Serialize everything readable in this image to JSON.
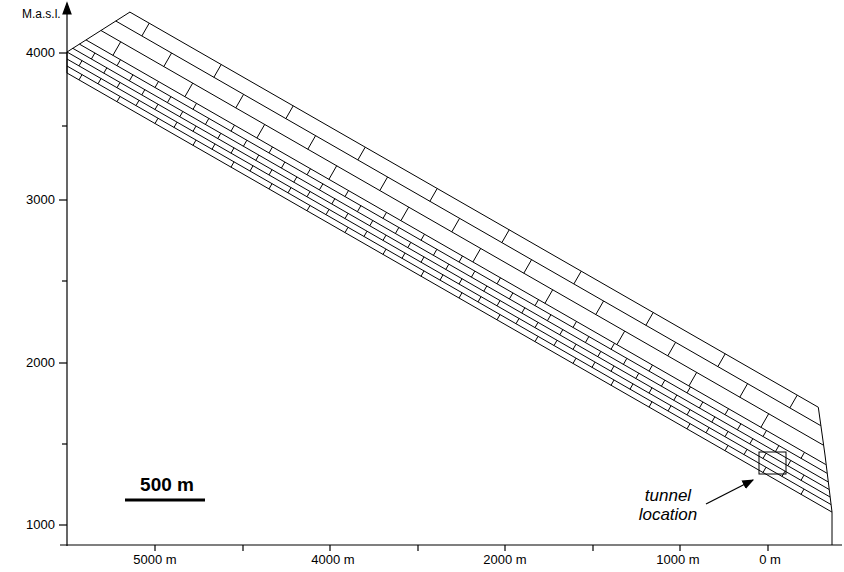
{
  "diagram": {
    "labels": [
      "M.a.s.l.",
      "4000",
      "3000",
      "2000",
      "1000",
      "5000 m",
      "4000 m",
      "2000 m",
      "1000 m",
      "0 m",
      "500 m",
      "tunnel location"
    ]
  }
}
